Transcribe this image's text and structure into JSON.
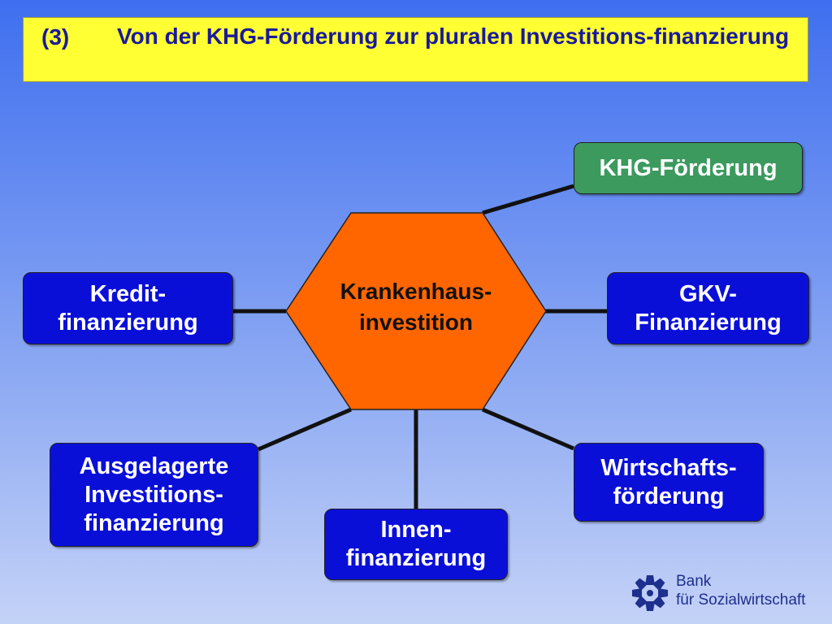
{
  "title": {
    "number": "(3)",
    "text": "Von der KHG-Förderung zur pluralen Investitions-finanzierung"
  },
  "center": {
    "label": "Krankenhaus-\ninvestition"
  },
  "nodes": {
    "khg": "KHG-Förderung",
    "gkv": "GKV-\nFinanzierung",
    "kredit": "Kredit-\nfinanzierung",
    "ausgelagerte": "Ausgelagerte\nInvestitions-\nfinanzierung",
    "innen": "Innen-\nfinanzierung",
    "wirtschaft": "Wirtschafts-\nförderung"
  },
  "logo": {
    "line1": "Bank",
    "line2": "für Sozialwirtschaft"
  },
  "colors": {
    "title_bg": "#ffff33",
    "title_text": "#1a1a9a",
    "node_blue": "#0a0fd8",
    "node_green": "#3c9a5f",
    "hexagon": "#ff6600",
    "logo": "#1e2f8e"
  }
}
